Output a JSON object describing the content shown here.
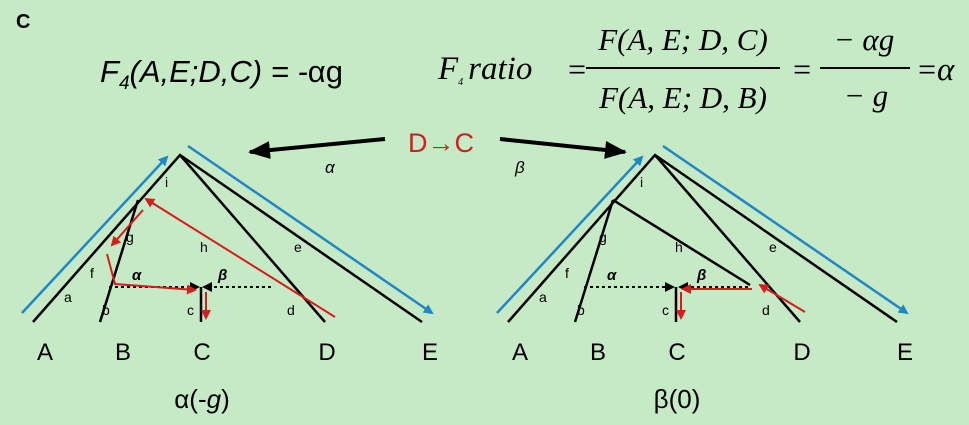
{
  "panel_label": "C",
  "formula_left": {
    "f": "F",
    "sub": "4",
    "args": "(A,E;D,C) = -",
    "alpha": "α",
    "tail": "g"
  },
  "formula_right": {
    "lhs_f": "F",
    "lhs_sub": "4",
    "lhs_word": "ratio",
    "num": "F(A, E; D, C)",
    "den": "F(A, E; D, B)",
    "frac2_num": "− αg",
    "frac2_den": "− g",
    "rhs": "α"
  },
  "center": {
    "label": "D→C",
    "alpha": "α",
    "beta": "β"
  },
  "colors": {
    "background": "#c6e9c6",
    "red": "#d81b1b",
    "blue": "#1f86c8",
    "black": "#000000"
  },
  "trees": [
    {
      "leaves": [
        "A",
        "B",
        "C",
        "D",
        "E"
      ],
      "branches": [
        "a",
        "b",
        "c",
        "d",
        "e",
        "f",
        "g",
        "h",
        "i"
      ],
      "alpha": "α",
      "beta": "β",
      "caption_prefix": "α(-",
      "caption_g": "g",
      "caption_suffix": ")"
    },
    {
      "leaves": [
        "A",
        "B",
        "C",
        "D",
        "E"
      ],
      "branches": [
        "a",
        "b",
        "c",
        "d",
        "e",
        "f",
        "g",
        "h",
        "i"
      ],
      "alpha": "α",
      "beta": "β",
      "caption": "β(0)"
    }
  ]
}
